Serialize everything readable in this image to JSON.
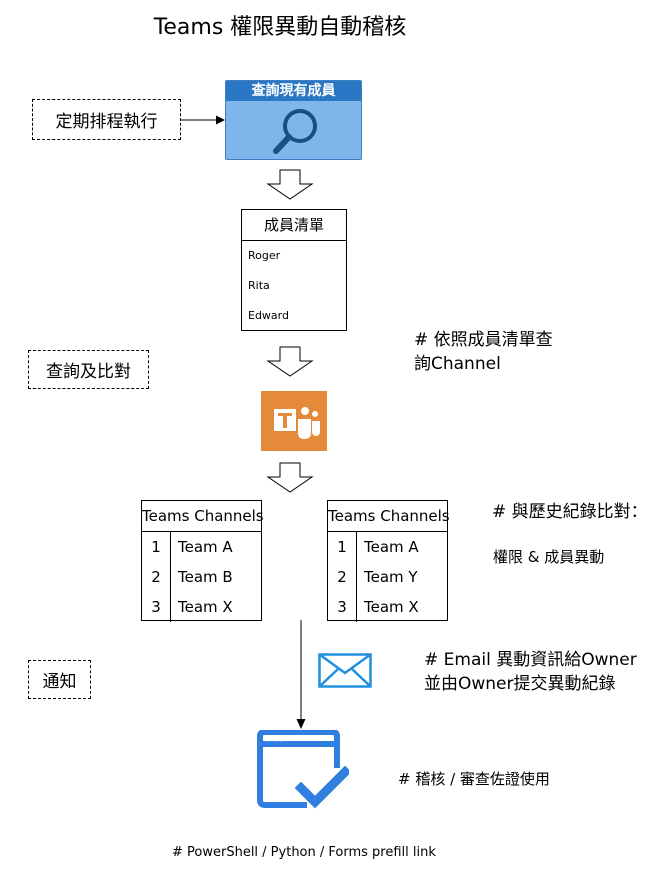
{
  "title": "Teams 權限異動自動稽核",
  "steps": {
    "schedule": "定期排程執行",
    "query_compare": "查詢及比對",
    "notify": "通知"
  },
  "query_box": {
    "label": "查詢現有成員",
    "icon": "search-icon"
  },
  "member_list": {
    "header": "成員清單",
    "members": [
      "Roger",
      "Rita",
      "Edward"
    ]
  },
  "notes": {
    "channel_query_line1": "# 依照成員清單查",
    "channel_query_line2": "詢Channel",
    "compare_history_line1": "# 與歷史紀錄比對：",
    "compare_history_line2": "權限 & 成員異動",
    "email_line1": "# Email 異動資訊給Owner",
    "email_line2": "並由Owner提交異動紀錄",
    "audit": "#  稽核 / 審查佐證使用"
  },
  "channels_current": {
    "header": "Teams Channels",
    "rows": [
      {
        "num": "1",
        "name": "Team A"
      },
      {
        "num": "2",
        "name": "Team B"
      },
      {
        "num": "3",
        "name": "Team X"
      }
    ]
  },
  "channels_history": {
    "header": "Teams Channels",
    "rows": [
      {
        "num": "1",
        "name": "Team A"
      },
      {
        "num": "2",
        "name": "Team Y"
      },
      {
        "num": "3",
        "name": "Team X"
      }
    ]
  },
  "footer": "#  PowerShell / Python  / Forms prefill link",
  "colors": {
    "query_fill": "#7eb5ea",
    "query_header": "#2977c5",
    "teams_orange": "#e58a3b",
    "mail_blue": "#1f8fe0",
    "form_blue": "#2f7ee0"
  }
}
